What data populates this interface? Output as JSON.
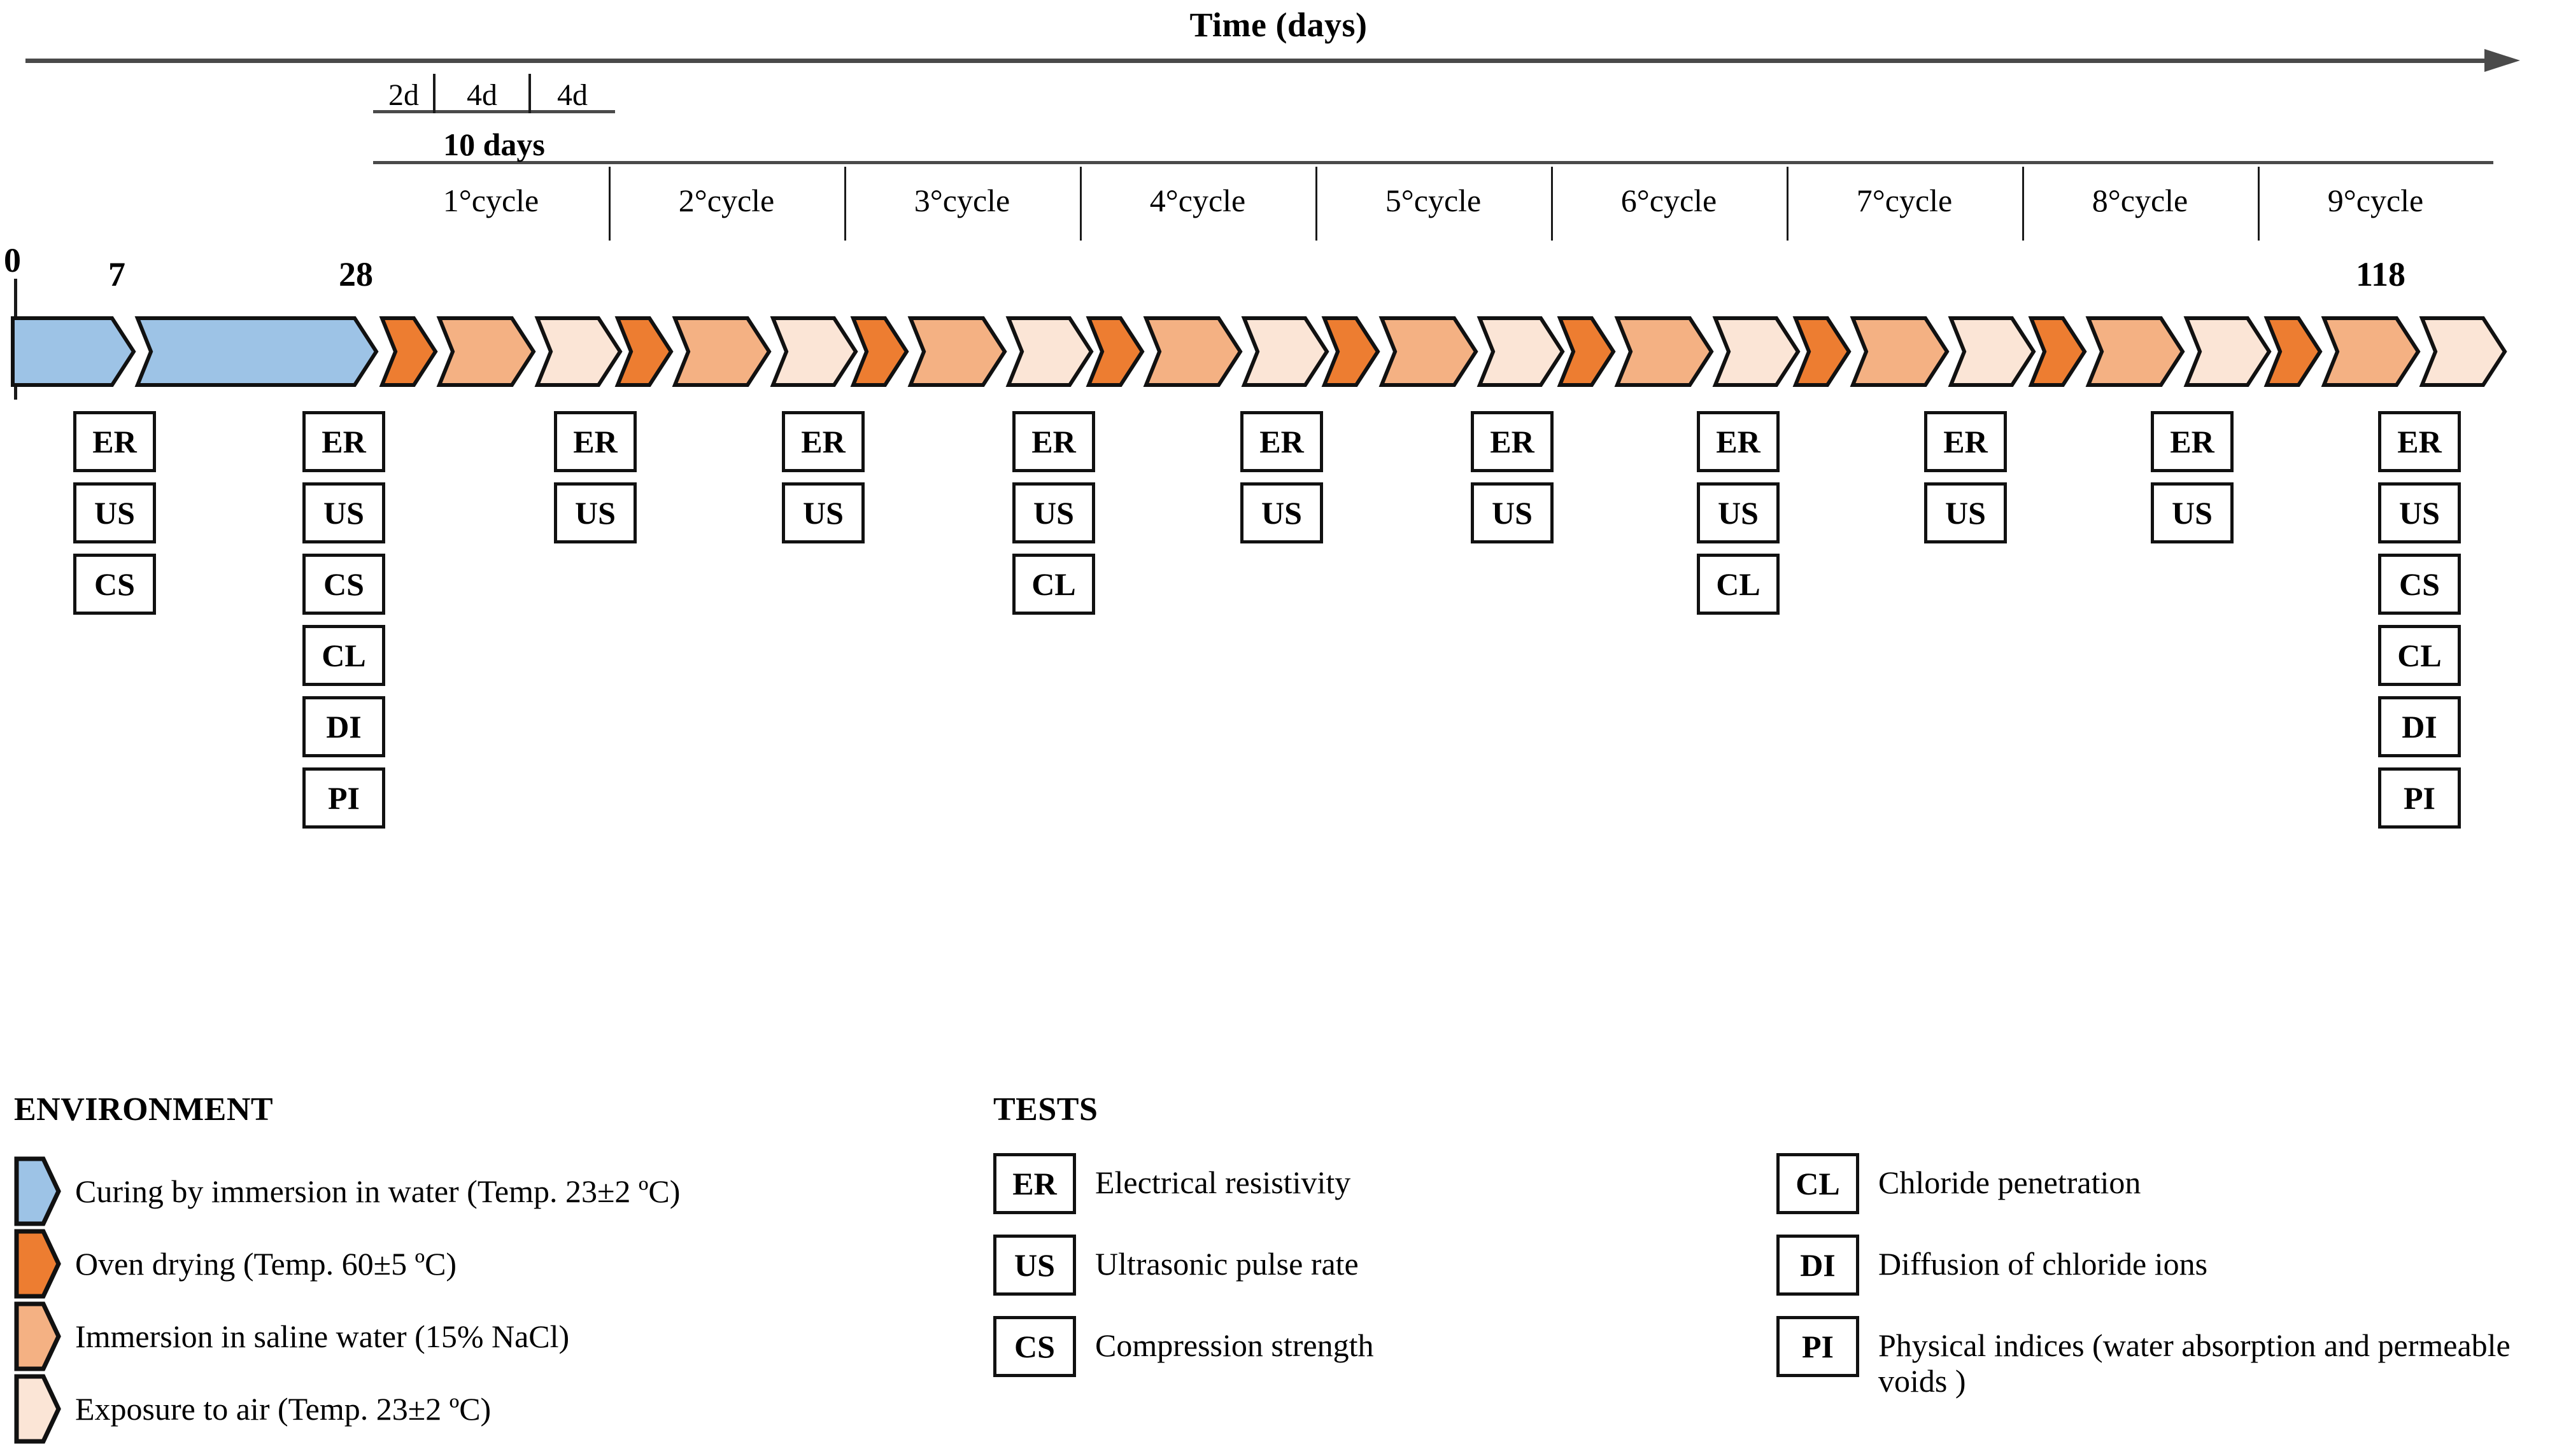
{
  "header": {
    "time_axis_title": "Time (days)"
  },
  "subcycle": {
    "segments": [
      {
        "label": "2d"
      },
      {
        "label": "4d"
      },
      {
        "label": "4d"
      }
    ],
    "total_label": "10 days"
  },
  "cycles": [
    {
      "label": "1°cycle"
    },
    {
      "label": "2°cycle"
    },
    {
      "label": "3°cycle"
    },
    {
      "label": "4°cycle"
    },
    {
      "label": "5°cycle"
    },
    {
      "label": "6°cycle"
    },
    {
      "label": "7°cycle"
    },
    {
      "label": "8°cycle"
    },
    {
      "label": "9°cycle"
    }
  ],
  "day_ticks": [
    {
      "label": "0"
    },
    {
      "label": "7"
    },
    {
      "label": "28"
    },
    {
      "label": "118"
    }
  ],
  "colors": {
    "curing_blue": "#9DC3E6",
    "oven_orange": "#ED7D31",
    "saline_salmon": "#F4B183",
    "air_cream": "#FBE5D6",
    "outline": "#111111",
    "axis_gray": "#4A4A4A"
  },
  "timeline_arrows": [
    {
      "phase": "curing",
      "color_key": "curing_blue"
    },
    {
      "phase": "curing",
      "color_key": "curing_blue"
    },
    {
      "phase": "oven-drying",
      "color_key": "oven_orange"
    },
    {
      "phase": "saline-immersion",
      "color_key": "saline_salmon"
    },
    {
      "phase": "air-exposure",
      "color_key": "air_cream"
    },
    {
      "phase": "oven-drying",
      "color_key": "oven_orange"
    },
    {
      "phase": "saline-immersion",
      "color_key": "saline_salmon"
    },
    {
      "phase": "air-exposure",
      "color_key": "air_cream"
    },
    {
      "phase": "oven-drying",
      "color_key": "oven_orange"
    },
    {
      "phase": "saline-immersion",
      "color_key": "saline_salmon"
    },
    {
      "phase": "air-exposure",
      "color_key": "air_cream"
    },
    {
      "phase": "oven-drying",
      "color_key": "oven_orange"
    },
    {
      "phase": "saline-immersion",
      "color_key": "saline_salmon"
    },
    {
      "phase": "air-exposure",
      "color_key": "air_cream"
    },
    {
      "phase": "oven-drying",
      "color_key": "oven_orange"
    },
    {
      "phase": "saline-immersion",
      "color_key": "saline_salmon"
    },
    {
      "phase": "air-exposure",
      "color_key": "air_cream"
    },
    {
      "phase": "oven-drying",
      "color_key": "oven_orange"
    },
    {
      "phase": "saline-immersion",
      "color_key": "saline_salmon"
    },
    {
      "phase": "air-exposure",
      "color_key": "air_cream"
    },
    {
      "phase": "oven-drying",
      "color_key": "oven_orange"
    },
    {
      "phase": "saline-immersion",
      "color_key": "saline_salmon"
    },
    {
      "phase": "air-exposure",
      "color_key": "air_cream"
    },
    {
      "phase": "oven-drying",
      "color_key": "oven_orange"
    },
    {
      "phase": "saline-immersion",
      "color_key": "saline_salmon"
    },
    {
      "phase": "air-exposure",
      "color_key": "air_cream"
    },
    {
      "phase": "oven-drying",
      "color_key": "oven_orange"
    },
    {
      "phase": "saline-immersion",
      "color_key": "saline_salmon"
    },
    {
      "phase": "air-exposure",
      "color_key": "air_cream"
    }
  ],
  "test_columns": [
    {
      "at": "day-7",
      "tests": [
        "ER",
        "US",
        "CS"
      ]
    },
    {
      "at": "day-28",
      "tests": [
        "ER",
        "US",
        "CS",
        "CL",
        "DI",
        "PI"
      ]
    },
    {
      "at": "cycle-1",
      "tests": [
        "ER",
        "US"
      ]
    },
    {
      "at": "cycle-2",
      "tests": [
        "ER",
        "US"
      ]
    },
    {
      "at": "cycle-3",
      "tests": [
        "ER",
        "US",
        "CL"
      ]
    },
    {
      "at": "cycle-4",
      "tests": [
        "ER",
        "US"
      ]
    },
    {
      "at": "cycle-5",
      "tests": [
        "ER",
        "US"
      ]
    },
    {
      "at": "cycle-6",
      "tests": [
        "ER",
        "US",
        "CL"
      ]
    },
    {
      "at": "cycle-7",
      "tests": [
        "ER",
        "US"
      ]
    },
    {
      "at": "cycle-8",
      "tests": [
        "ER",
        "US"
      ]
    },
    {
      "at": "day-118",
      "tests": [
        "ER",
        "US",
        "CS",
        "CL",
        "DI",
        "PI"
      ]
    }
  ],
  "legend": {
    "environment": {
      "title": "ENVIRONMENT",
      "items": [
        {
          "color_key": "curing_blue",
          "label": "Curing by immersion in water (Temp. 23±2 ºC)"
        },
        {
          "color_key": "oven_orange",
          "label": "Oven drying (Temp. 60±5 ºC)"
        },
        {
          "color_key": "saline_salmon",
          "label": "Immersion in saline water (15% NaCl)"
        },
        {
          "color_key": "air_cream",
          "label": "Exposure to air (Temp. 23±2 ºC)"
        }
      ]
    },
    "tests": {
      "title": "TESTS",
      "column_left": [
        {
          "code": "ER",
          "label": "Electrical  resistivity"
        },
        {
          "code": "US",
          "label": "Ultrasonic  pulse rate"
        },
        {
          "code": "CS",
          "label": "Compression strength"
        }
      ],
      "column_right": [
        {
          "code": "CL",
          "label": "Chloride penetration"
        },
        {
          "code": "DI",
          "label": "Diffusion  of chloride ions"
        },
        {
          "code": "PI",
          "label": "Physical indices (water absorption and permeable voids )"
        }
      ]
    }
  }
}
